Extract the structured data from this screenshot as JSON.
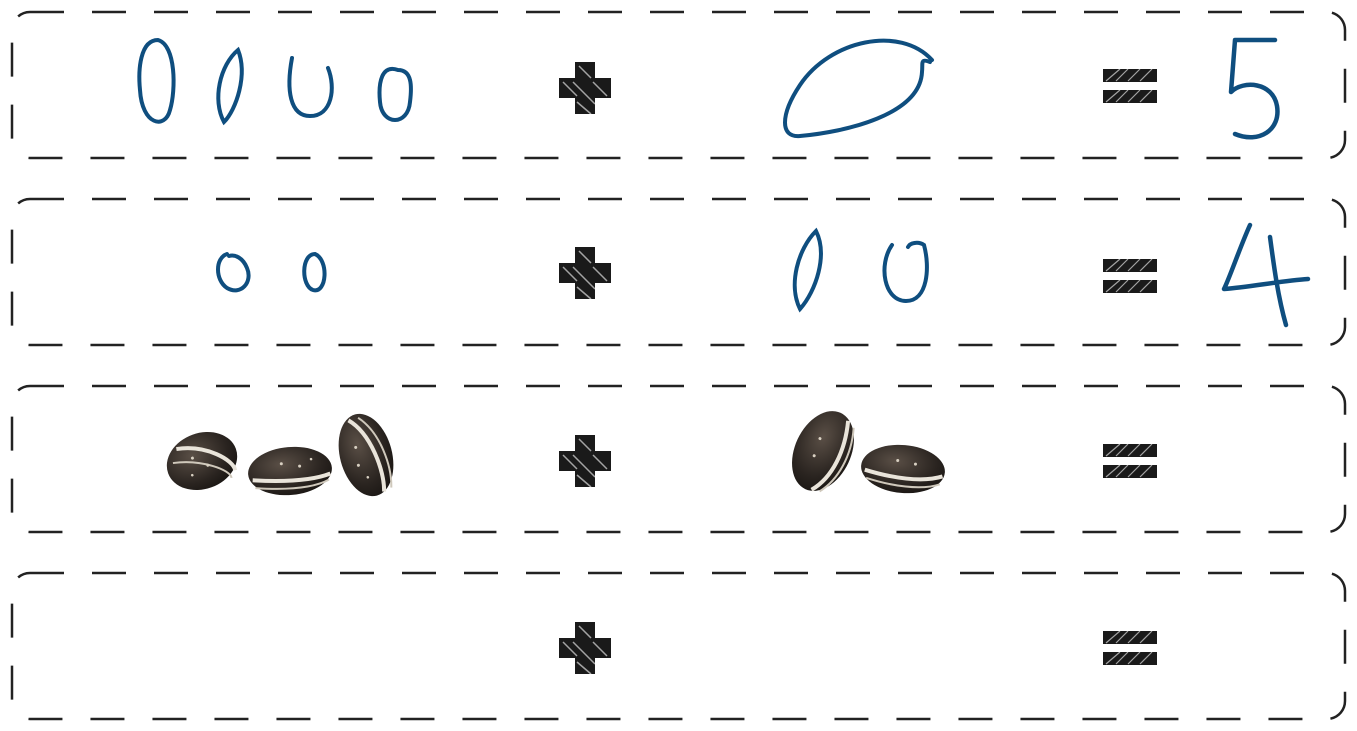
{
  "worksheet": {
    "rows": [
      {
        "left_count": 4,
        "left_kind": "drawn-circles",
        "operator": "plus",
        "right_count": 1,
        "right_kind": "drawn-circles",
        "equals": "equals",
        "answer": "5"
      },
      {
        "left_count": 2,
        "left_kind": "drawn-circles",
        "operator": "plus",
        "right_count": 2,
        "right_kind": "drawn-circles",
        "equals": "equals",
        "answer": "4"
      },
      {
        "left_count": 3,
        "left_kind": "sunflower-seed-picture",
        "operator": "plus",
        "right_count": 2,
        "right_kind": "sunflower-seed-picture",
        "equals": "equals",
        "answer": ""
      },
      {
        "left_count": 0,
        "left_kind": "empty",
        "operator": "plus",
        "right_count": 0,
        "right_kind": "empty",
        "equals": "equals",
        "answer": ""
      }
    ]
  },
  "colors": {
    "ink": "#0f4e7f",
    "frame": "#222222",
    "symbol": "#1a1a1a"
  },
  "icons": {
    "operator": "plus-icon",
    "equals": "equals-icon",
    "seed": "sunflower-seed-icon"
  }
}
